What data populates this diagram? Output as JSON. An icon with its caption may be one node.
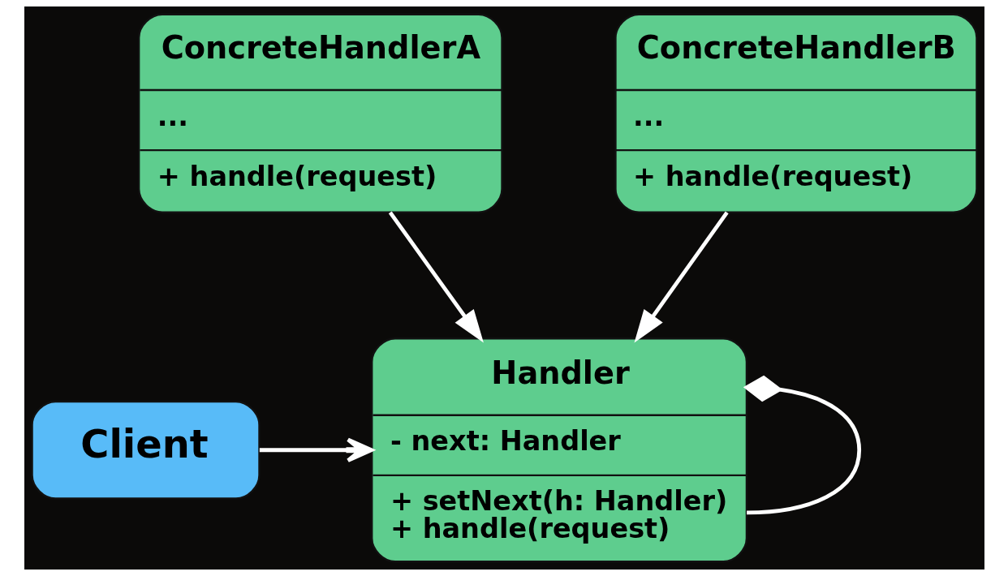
{
  "diagram": {
    "nodes": [
      {
        "text": [
          "Client"
        ]
      },
      {
        "text": [
          "Handler",
          "- next: Handler",
          "+ setNext(h: Handler)",
          "+ handle(request)"
        ]
      },
      {
        "text": [
          "ConcreteHandlerA",
          "...",
          "+ handle(request)"
        ]
      },
      {
        "text": [
          "ConcreteHandlerB",
          "...",
          "+ handle(request)"
        ]
      }
    ],
    "edges": [
      {
        "from": 0,
        "to": 1,
        "arrow": "to"
      },
      {
        "from": 1,
        "to": 1,
        "arrow": "other"
      },
      {
        "from": 2,
        "to": 1,
        "arrow": "to"
      },
      {
        "from": 3,
        "to": 1,
        "arrow": "to"
      }
    ]
  }
}
